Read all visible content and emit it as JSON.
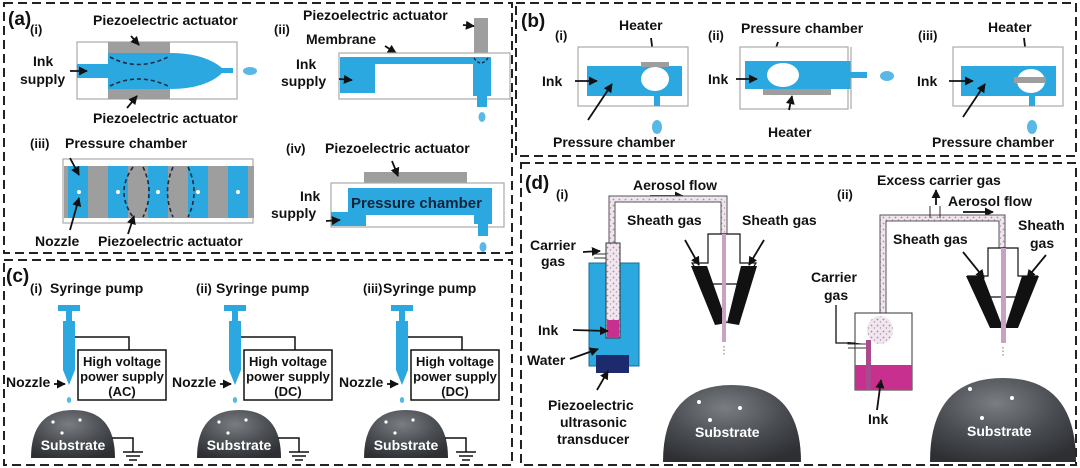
{
  "colors": {
    "ink": "#2ba8e0",
    "actuator": "#9e9e9e",
    "magenta_ink": "#c8308f",
    "transducer": "#1e2a6e",
    "substrate": "#4a4d52"
  },
  "panel_a": {
    "label": "(a)",
    "i": {
      "label": "(i)",
      "top_actuator": "Piezoelectric actuator",
      "bottom_actuator": "Piezoelectric actuator",
      "ink_supply_1": "Ink",
      "ink_supply_2": "supply"
    },
    "ii": {
      "label": "(ii)",
      "actuator": "Piezoelectric actuator",
      "membrane": "Membrane",
      "ink_supply_1": "Ink",
      "ink_supply_2": "supply"
    },
    "iii": {
      "label": "(iii)",
      "chamber": "Pressure chamber",
      "nozzle": "Nozzle",
      "actuator": "Piezoelectric actuator"
    },
    "iv": {
      "label": "(iv)",
      "actuator": "Piezoelectric actuator",
      "chamber": "Pressure chamber",
      "ink_supply_1": "Ink",
      "ink_supply_2": "supply"
    }
  },
  "panel_b": {
    "label": "(b)",
    "i": {
      "label": "(i)",
      "heater": "Heater",
      "ink": "Ink",
      "chamber": "Pressure chamber"
    },
    "ii": {
      "label": "(ii)",
      "chamber": "Pressure chamber",
      "ink": "Ink",
      "heater": "Heater"
    },
    "iii": {
      "label": "(iii)",
      "heater": "Heater",
      "ink": "Ink",
      "chamber": "Pressure chamber"
    }
  },
  "panel_c": {
    "label": "(c)",
    "units": [
      {
        "label": "(i)",
        "pump": "Syringe pump",
        "supply_1": "High voltage",
        "supply_2": "power supply",
        "supply_3": "(AC)",
        "nozzle": "Nozzle",
        "substrate": "Substrate"
      },
      {
        "label": "(ii)",
        "pump": "Syringe pump",
        "supply_1": "High voltage",
        "supply_2": "power supply",
        "supply_3": "(DC)",
        "nozzle": "Nozzle",
        "substrate": "Substrate"
      },
      {
        "label": "(iii)",
        "pump": "Syringe pump",
        "supply_1": "High voltage",
        "supply_2": "power supply",
        "supply_3": "(DC)",
        "nozzle": "Nozzle",
        "substrate": "Substrate"
      }
    ]
  },
  "panel_d": {
    "label": "(d)",
    "i": {
      "label": "(i)",
      "aerosol": "Aerosol flow",
      "sheath_left": "Sheath gas",
      "sheath_right": "Sheath gas",
      "carrier_1": "Carrier",
      "carrier_2": "gas",
      "ink": "Ink",
      "water": "Water",
      "transducer_1": "Piezoelectric",
      "transducer_2": "ultrasonic",
      "transducer_3": "transducer",
      "substrate": "Substrate"
    },
    "ii": {
      "label": "(ii)",
      "excess": "Excess carrier gas",
      "aerosol": "Aerosol flow",
      "sheath_left": "Sheath gas",
      "sheath_right_1": "Sheath",
      "sheath_right_2": "gas",
      "carrier_1": "Carrier",
      "carrier_2": "gas",
      "ink": "Ink",
      "substrate": "Substrate"
    }
  }
}
